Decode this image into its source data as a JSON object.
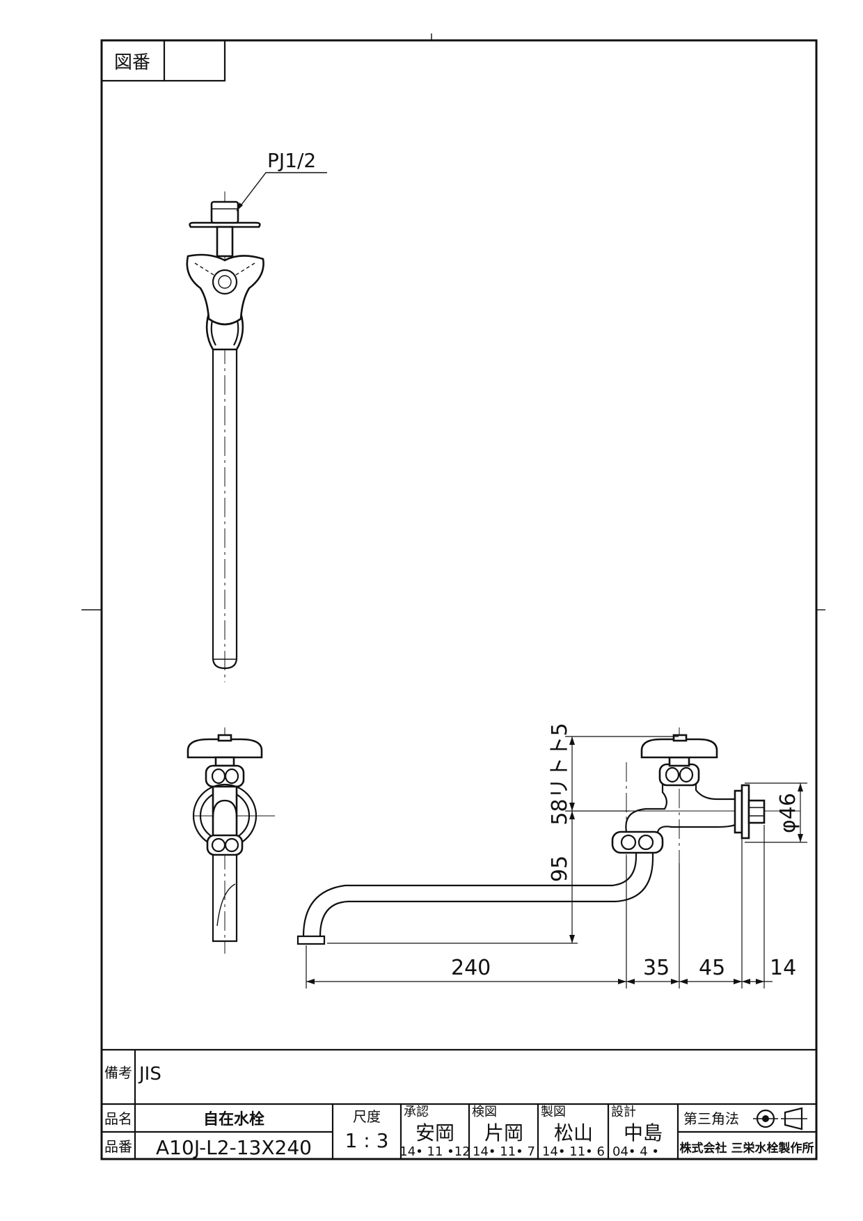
{
  "drawing_number_label": "図番",
  "drawing_number_value": "",
  "thread_callout": "PJ1/2",
  "dimensions": {
    "spout_length": "240",
    "offset_35": "35",
    "offset_45": "45",
    "flange_14": "14",
    "height_95": "95",
    "handle_height": "58リトト5",
    "flange_diameter": "φ46"
  },
  "title_block": {
    "remarks_label": "備考",
    "remarks_value": "JIS",
    "product_name_label": "品名",
    "product_name_value": "自在水栓",
    "product_number_label": "品番",
    "product_number_value": "A10J-L2-13X240",
    "scale_label": "尺度",
    "scale_value": "1 : 3",
    "approved_label": "承認",
    "approved_name": "安岡",
    "approved_date": "14• 11 •12",
    "checked_label": "検図",
    "checked_name": "片岡",
    "checked_date": "14• 11• 7",
    "drawn_label": "製図",
    "drawn_name": "松山",
    "drawn_date": "14• 11• 6",
    "designed_label": "設計",
    "designed_name": "中島",
    "designed_date": "04• 4 •",
    "projection_label": "第三角法",
    "company": "株式会社 三栄水栓製作所"
  }
}
